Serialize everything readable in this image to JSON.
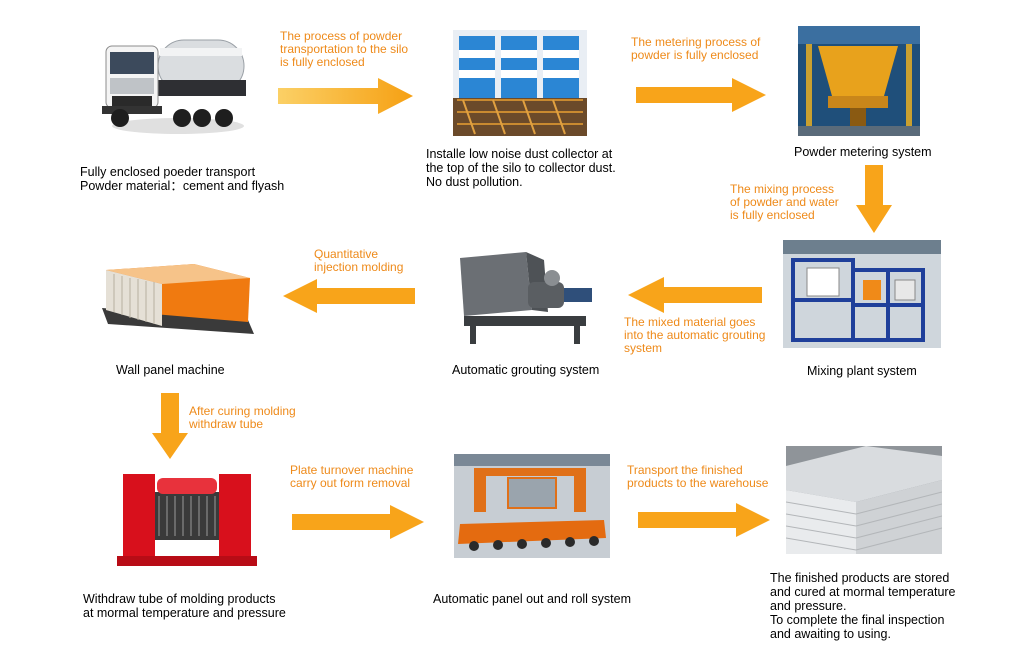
{
  "colors": {
    "arrow": "#f8a41a",
    "note_text": "#ee8a1a",
    "caption_text": "#000000",
    "machine_red": "#d8101c",
    "panel_orange": "#f07a10",
    "silo_blue": "#2b86d4",
    "frame_blue": "#1f3f9a"
  },
  "steps": {
    "truck": {
      "caption": "Fully enclosed poeder transport\nPowder material：cement and flyash",
      "icon": "powder-truck"
    },
    "silo": {
      "caption": "Installe low noise dust collector at\nthe top of the silo to collector dust.\nNo dust pollution.",
      "icon": "silos"
    },
    "metering": {
      "caption": "Powder metering system",
      "icon": "metering-hopper"
    },
    "mixing": {
      "caption": "Mixing plant system",
      "icon": "mixing-plant"
    },
    "grouting": {
      "caption": "Automatic grouting system",
      "icon": "grouting-pump"
    },
    "wallpanel": {
      "caption": "Wall panel machine",
      "icon": "wall-panel-mould"
    },
    "winch": {
      "caption": "Withdraw tube of molding products\nat mormal temperature and pressure",
      "icon": "winch"
    },
    "panelout": {
      "caption": "Automatic panel out and roll system",
      "icon": "panel-out-line"
    },
    "finished": {
      "caption": "The finished products are stored\nand cured at mormal temperature\nand pressure.\nTo complete the final inspection\nand awaiting to using.",
      "icon": "panel-stack"
    }
  },
  "notes": {
    "n1": "The process of powder\ntransportation to the silo\nis fully enclosed",
    "n2": "The metering process of\npowder is fully enclosed",
    "n3": "The mixing process\nof powder and water\nis fully enclosed",
    "n4": "The mixed material goes\ninto the automatic grouting\nsystem",
    "n5": "Quantitative\ninjection molding",
    "n6": "After curing molding\nwithdraw tube",
    "n7": "Plate turnover machine\ncarry out form removal",
    "n8": "Transport the finished\nproducts to the warehouse"
  }
}
